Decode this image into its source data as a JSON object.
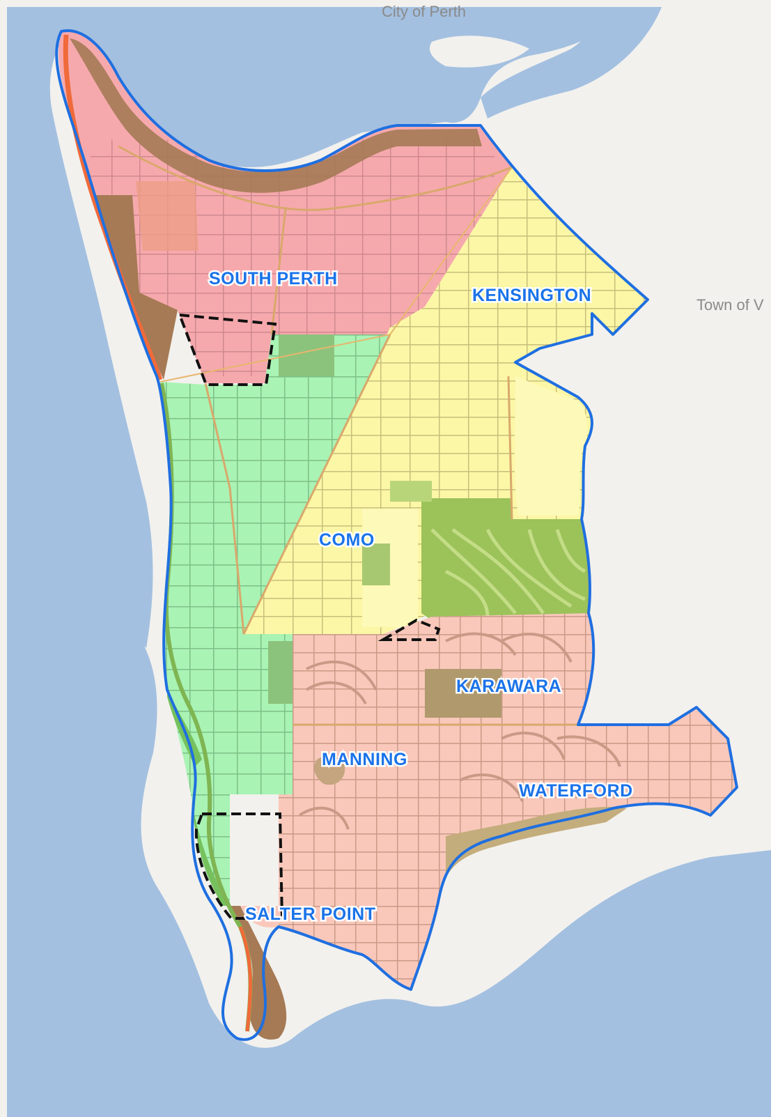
{
  "map": {
    "labels": {
      "city_of_perth": "City of Perth",
      "town_of": "Town of V",
      "south_perth": "SOUTH PERTH",
      "kensington": "KENSINGTON",
      "como": "COMO",
      "karawara": "KARAWARA",
      "manning": "MANNING",
      "waterford": "WATERFORD",
      "salter_point": "SALTER POINT"
    },
    "colors": {
      "water": "#a4c0e0",
      "land": "#f2f1ee",
      "boundary": "#1f6fe0",
      "south_perth_zone": "#f6a9ad",
      "kensington_como_zone": "#fbf7a6",
      "green_zone": "#a9f3b4",
      "manning_zone": "#f9c8bb",
      "parkland": "#9cc25a",
      "foreshore": "#a57a55",
      "freeway": "#f06a3a"
    }
  }
}
